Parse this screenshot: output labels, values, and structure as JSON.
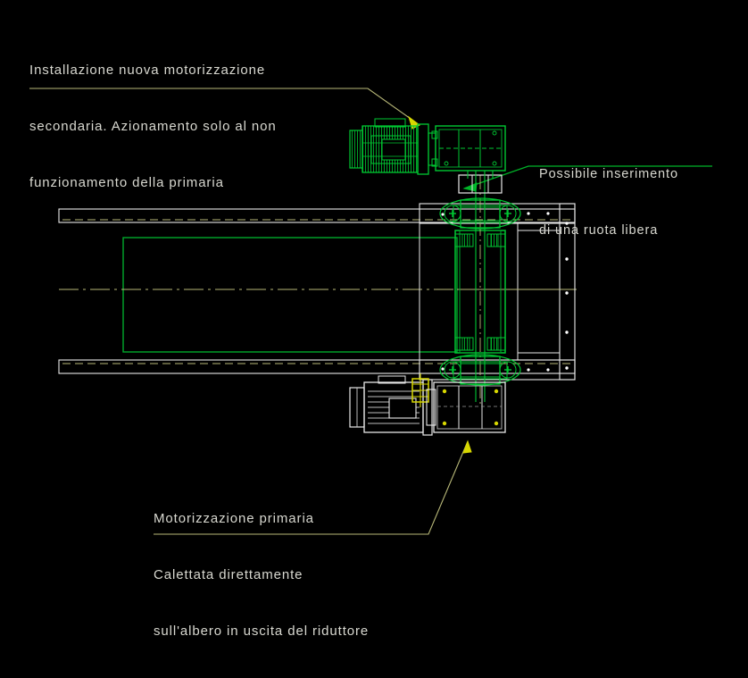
{
  "drawing": {
    "title": "Schema motorizzazione tamburo trasportatore",
    "background_color": "#000000",
    "colors": {
      "primary_geometry": "#00c832",
      "secondary_geometry": "#ffffff",
      "centerline": "#b8b878",
      "leader_line": "#b8b878",
      "coupling_highlight": "#d7d700",
      "text": "#d8d8d0",
      "green_leader": "#00b428"
    }
  },
  "annotations": {
    "secondary_drive": {
      "name": "installazione-nuova-motorizzazione-secondaria",
      "line1": "Installazione nuova motorizzazione",
      "line2": "secondaria. Azionamento solo al non",
      "line3": "funzionamento della primaria",
      "leader_color": "#b8b878",
      "points_to": "upper-motor-gearbox-assembly"
    },
    "freewheel": {
      "name": "possibile-inserimento-ruota-libera",
      "line1": "Possibile inserimento",
      "line2": "di una ruota libera",
      "leader_color": "#00b428",
      "points_to": "freewheel-box"
    },
    "primary_drive": {
      "name": "motorizzazione-primaria",
      "line1": "Motorizzazione primaria",
      "line2": "Calettata direttamente",
      "line3": "sull'albero in uscita del riduttore",
      "leader_color": "#b8b878",
      "points_to": "lower-motor-gearbox-assembly"
    }
  },
  "components": {
    "upper_motor": {
      "label": "motore-secondario",
      "color": "#00c832"
    },
    "upper_gearbox": {
      "label": "riduttore-secondario",
      "color": "#00c832"
    },
    "vertical_shaft": {
      "label": "albero-verticale",
      "color": "#00c832"
    },
    "upper_bearing": {
      "label": "supporto-cuscinetto-superiore",
      "color": "#00c832"
    },
    "lower_bearing": {
      "label": "supporto-cuscinetto-inferiore",
      "color": "#00c832"
    },
    "freewheel_box": {
      "label": "ruota-libera",
      "color": "#ffffff"
    },
    "drum": {
      "label": "tamburo",
      "color": "#00c832"
    },
    "top_rail": {
      "label": "guida-superiore",
      "color": "#ffffff"
    },
    "bottom_rail": {
      "label": "guida-inferiore",
      "color": "#ffffff"
    },
    "right_plate": {
      "label": "piastra-laterale-destra",
      "color": "#ffffff"
    },
    "lower_motor": {
      "label": "motore-primario",
      "color": "#ffffff"
    },
    "lower_gearbox": {
      "label": "riduttore-primario",
      "color": "#ffffff"
    },
    "coupling": {
      "label": "giunto-calettato",
      "color": "#d7d700"
    }
  }
}
